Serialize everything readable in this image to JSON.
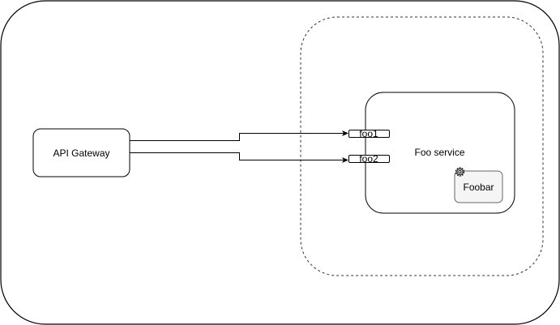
{
  "diagram": {
    "containers": {
      "outer": {
        "name": "outer-boundary",
        "style": "solid"
      },
      "cluster": {
        "name": "service-cluster",
        "style": "dashed"
      }
    },
    "nodes": {
      "api_gateway": {
        "label": "API Gateway"
      },
      "foo_service": {
        "label": "Foo service"
      },
      "foobar": {
        "label": "Foobar",
        "icon": "gear-icon",
        "fill": "#f5f5f5"
      }
    },
    "ports": [
      {
        "label": "foo1"
      },
      {
        "label": "foo2"
      }
    ],
    "edges": [
      {
        "from": "API Gateway",
        "to": "foo1"
      },
      {
        "from": "API Gateway",
        "to": "foo2"
      }
    ],
    "colors": {
      "stroke": "#000000",
      "dashed_stroke": "#333333",
      "foobar_fill": "#f5f5f5"
    }
  }
}
